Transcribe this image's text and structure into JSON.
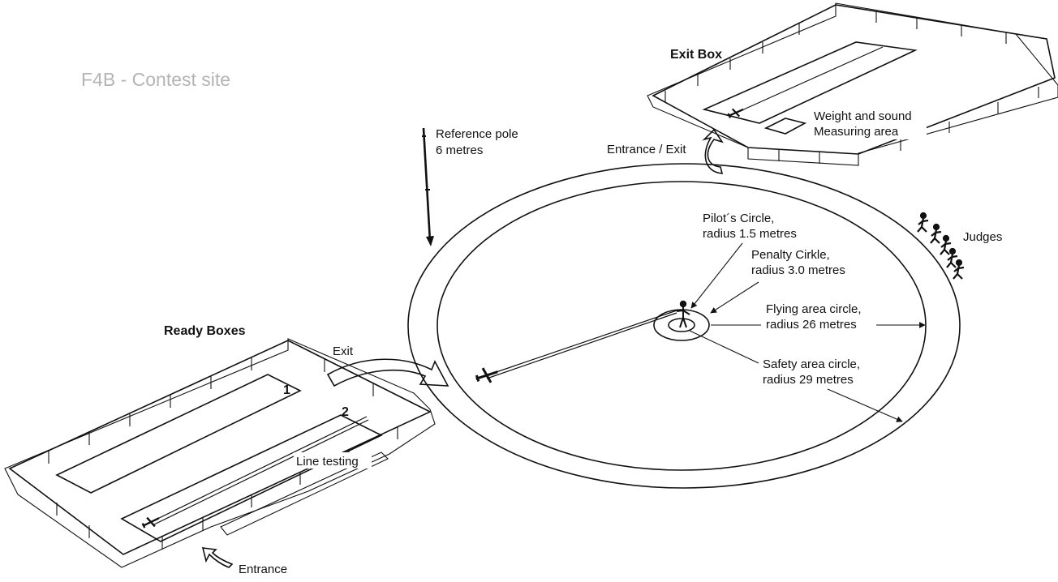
{
  "site_title": "F4B - Contest site",
  "exit_box": {
    "title": "Exit Box",
    "weight_label_line1": "Weight and sound",
    "weight_label_line2": "Measuring area",
    "entrance_exit": "Entrance / Exit"
  },
  "reference_pole": {
    "line1": "Reference pole",
    "line2": "6 metres"
  },
  "circles": {
    "pilot_line1": "Pilot´s Circle,",
    "pilot_line2": "radius 1.5 metres",
    "penalty_line1": "Penalty Cirkle,",
    "penalty_line2": "radius 3.0 metres",
    "flying_line1": "Flying area circle,",
    "flying_line2": "radius 26 metres",
    "safety_line1": "Safety area circle,",
    "safety_line2": "radius 29 metres"
  },
  "judges": "Judges",
  "ready_boxes": {
    "title": "Ready Boxes",
    "exit": "Exit",
    "box1": "1",
    "box2": "2",
    "line_testing": "Line testing",
    "entrance": "Entrance"
  },
  "colors": {
    "ink": "#111111",
    "stipple": "#9a9a9a",
    "title_gray": "#b4b4b4"
  }
}
